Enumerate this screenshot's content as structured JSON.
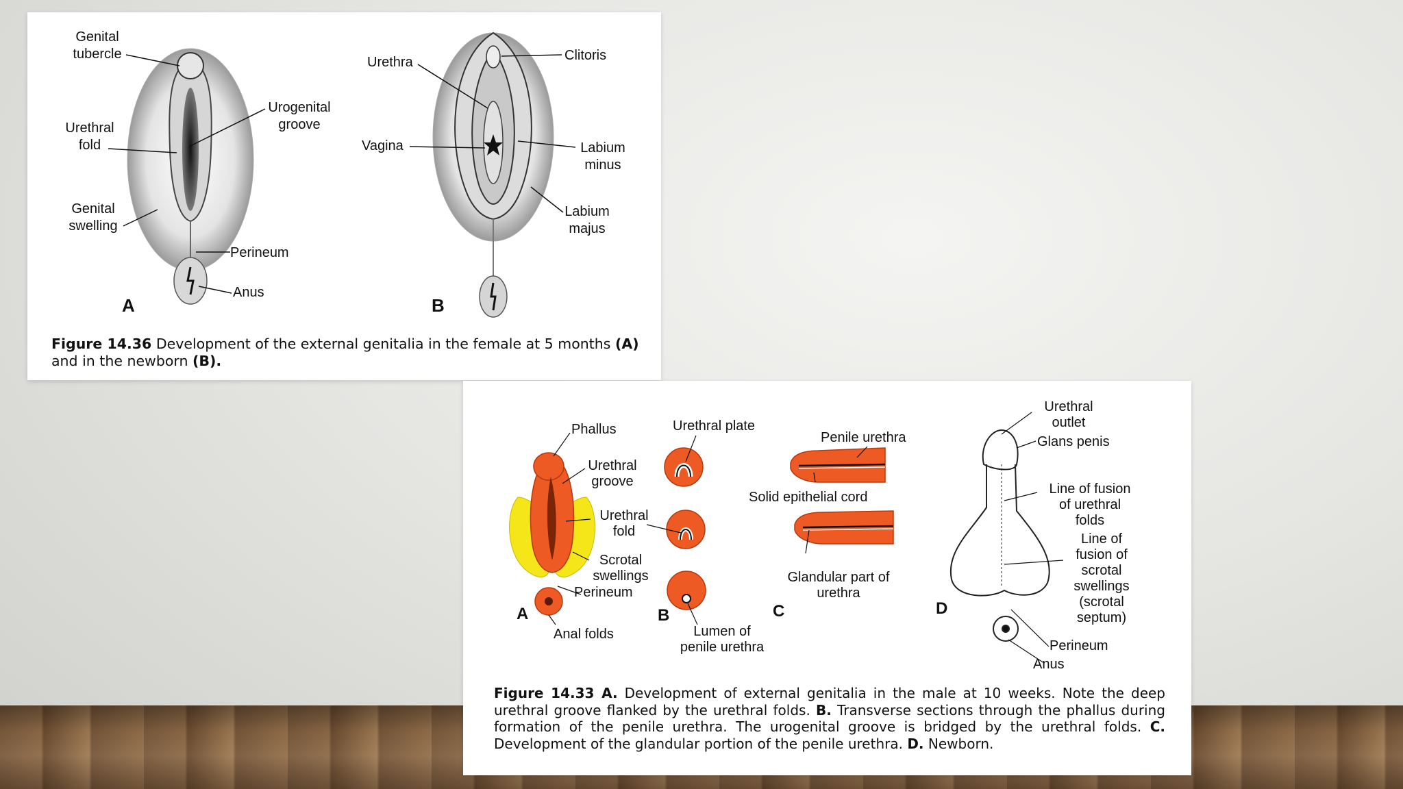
{
  "figure1": {
    "labels": {
      "genital_tubercle": [
        "Genital",
        "tubercle"
      ],
      "urogenital_groove": [
        "Urogenital",
        "groove"
      ],
      "urethral_fold": [
        "Urethral",
        "fold"
      ],
      "genital_swelling": [
        "Genital",
        "swelling"
      ],
      "perineum": "Perineum",
      "anus": "Anus",
      "panel_a": "A",
      "urethra": "Urethra",
      "clitoris": "Clitoris",
      "vagina": "Vagina",
      "labium_minus": [
        "Labium",
        "minus"
      ],
      "labium_majus": [
        "Labium",
        "majus"
      ],
      "panel_b": "B"
    },
    "caption": {
      "number": "Figure 14.36",
      "text1": " Development of the external genitalia in the female at 5 months ",
      "ref_a": "(A)",
      "text2": " and in the newborn ",
      "ref_b": "(B)."
    }
  },
  "figure2": {
    "labels": {
      "phallus": "Phallus",
      "urethral_groove": [
        "Urethral",
        "groove"
      ],
      "urethral_fold": [
        "Urethral",
        "fold"
      ],
      "scrotal_swellings": [
        "Scrotal",
        "swellings"
      ],
      "perineum_a": "Perineum",
      "anal_folds": "Anal folds",
      "panel_a": "A",
      "urethral_plate": "Urethral plate",
      "lumen": [
        "Lumen of",
        "penile urethra"
      ],
      "panel_b": "B",
      "penile_urethra": "Penile urethra",
      "solid_cord": "Solid epithelial cord",
      "glandular_part": [
        "Glandular part of",
        "urethra"
      ],
      "panel_c": "C",
      "urethral_outlet": [
        "Urethral",
        "outlet"
      ],
      "glans_penis": "Glans penis",
      "line_fusion_folds": [
        "Line of fusion",
        "of urethral",
        "folds"
      ],
      "line_fusion_scrotal": [
        "Line of",
        "fusion of",
        "scrotal",
        "swellings",
        "(scrotal",
        "septum)"
      ],
      "perineum_d": "Perineum",
      "anus": "Anus",
      "panel_d": "D"
    },
    "caption": {
      "number": "Figure 14.33 A.",
      "text_a": " Development of external genitalia in the male at 10 weeks. Note the deep urethral groove flanked by the urethral folds. ",
      "ref_b": "B.",
      "text_b": " Transverse sections through the phallus during formation of the penile urethra. The urogenital groove is bridged by the urethral folds. ",
      "ref_c": "C.",
      "text_c": " Development of the glandular portion of the penile urethra. ",
      "ref_d": "D.",
      "text_d": " Newborn."
    }
  },
  "colors": {
    "orange": "#ee5a24",
    "yellow": "#f5e61a",
    "ink": "#111111"
  }
}
